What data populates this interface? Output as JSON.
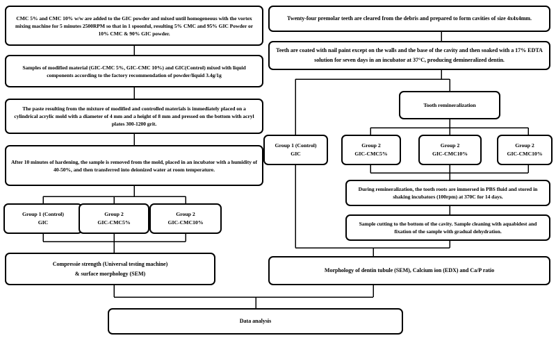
{
  "diagram": {
    "title": "Research methodology flowchart",
    "background_color": "#ffffff",
    "line_color": "#000000",
    "nodes": {
      "left_step1": "CMC 5% and CMC 10% w/w are added to the GIC powder and mixed until homogeneous with the vortex mixing machine for 5 minutes 2500RPM so that in 1 spoonful, resulting 5% CMC and 95% GIC Powder or 10% CMC & 90% GIC powder.",
      "left_step2": "Samples of modified material (GIC-CMC 5%, GIC-CMC 10%) and GIC(Control) mixed with liquid components according to the factory recommendation of powder/liquid 3.4g/1g",
      "left_step3": "The paste resulting from the mixture of modified and controlled materials is immediately placed on a cylindrical acrylic mold with a diameter of 4 mm and a height of 8 mm and pressed on the bottom with acryl plates 300-1200 grit.",
      "left_step4": "After 10 minutes of hardening, the sample is removed from the mold, placed in an incubator with a humidity of 40-50%, and then transferred into deionized water at room temperature.",
      "left_group1": "Group 1 (Control)\nGIC",
      "left_group2a": "Group 2\nGIC-CMC5%",
      "left_group2b": "Group 2\nGIC-CMC10%",
      "left_outcome": "Compressie strength (Universal testing machine)\n& surface morphology (SEM)",
      "right_step1": "Twenty-four premolar teeth are cleared from the debris and prepared to form cavities of size 4x4x4mm.",
      "right_step2": "Teeth are coated with nail paint except on the walls and the base of the cavity and then soaked with a 17% EDTA solution for seven days in an incubator at 37°C, producing demineralized dentin.",
      "right_remineralization": "Tooth remineralization",
      "right_group1": "Group 1 (Control)\nGIC",
      "right_group2a": "Group 2\nGIC-CMC5%",
      "right_group2b": "Group 2\nGIC-CMC10%",
      "right_group2c": "Group 2\nGIC-CMC10%",
      "right_step3": "During remineralization, the tooth roots are immersed in PBS fluid and stored in shaking incubators (100rpm) at 370C for 14 days.",
      "right_step4": "Sample cutting to the bottom of the cavity. Sample cleaning with aquabidest and fixation of the sample with gradual dehydration.",
      "right_outcome": "Morphology of dentin tubule (SEM), Calcium ion (EDX) and Ca/P ratio",
      "final": "Data analysis"
    }
  }
}
